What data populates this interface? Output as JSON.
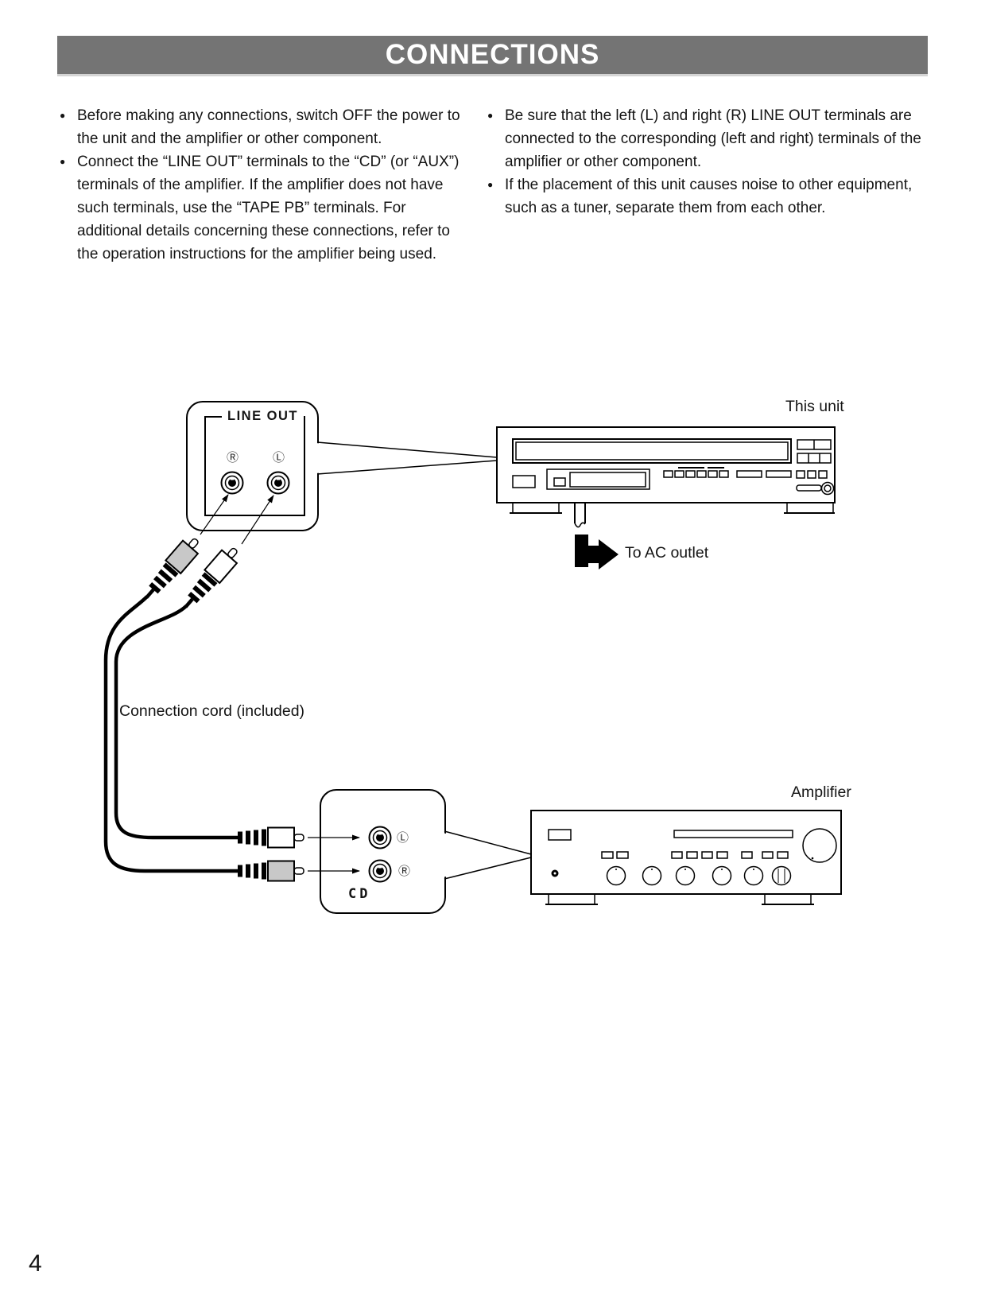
{
  "page": {
    "title": "CONNECTIONS",
    "page_number": "4"
  },
  "colors": {
    "header_bg": "#747474",
    "header_text": "#ffffff",
    "plug_gray": "#c8c8c8",
    "line_art": "#000000"
  },
  "notes": {
    "left": [
      {
        "text": "Before making any connections, switch OFF the power to the unit and the amplifier or other component."
      },
      {
        "text": "Connect the “LINE OUT” terminals to the “CD” (or “AUX”) terminals of the amplifier.  If the amplifier does not have such terminals, use the “TAPE PB” terminals.  For additional details concerning these connections, refer to the operation instructions for the amplifier being used."
      }
    ],
    "right": [
      {
        "text": "Be sure that the left (L) and right (R) LINE OUT terminals are connected to the corresponding (left and right) terminals of the amplifier or other component."
      },
      {
        "text": "If the placement of this unit causes noise to other equipment, such as a tuner, separate them from each other."
      }
    ]
  },
  "diagram": {
    "labels": {
      "this_unit": "This unit",
      "to_ac_outlet": "To AC outlet",
      "connection_cord": "Connection cord (included)",
      "amplifier": "Amplifier",
      "line_out": "LINE OUT",
      "cd": "CD",
      "unit_jack_r": "Ⓡ",
      "unit_jack_l": "Ⓛ",
      "amp_jack_l": "Ⓛ",
      "amp_jack_r": "Ⓡ"
    }
  }
}
